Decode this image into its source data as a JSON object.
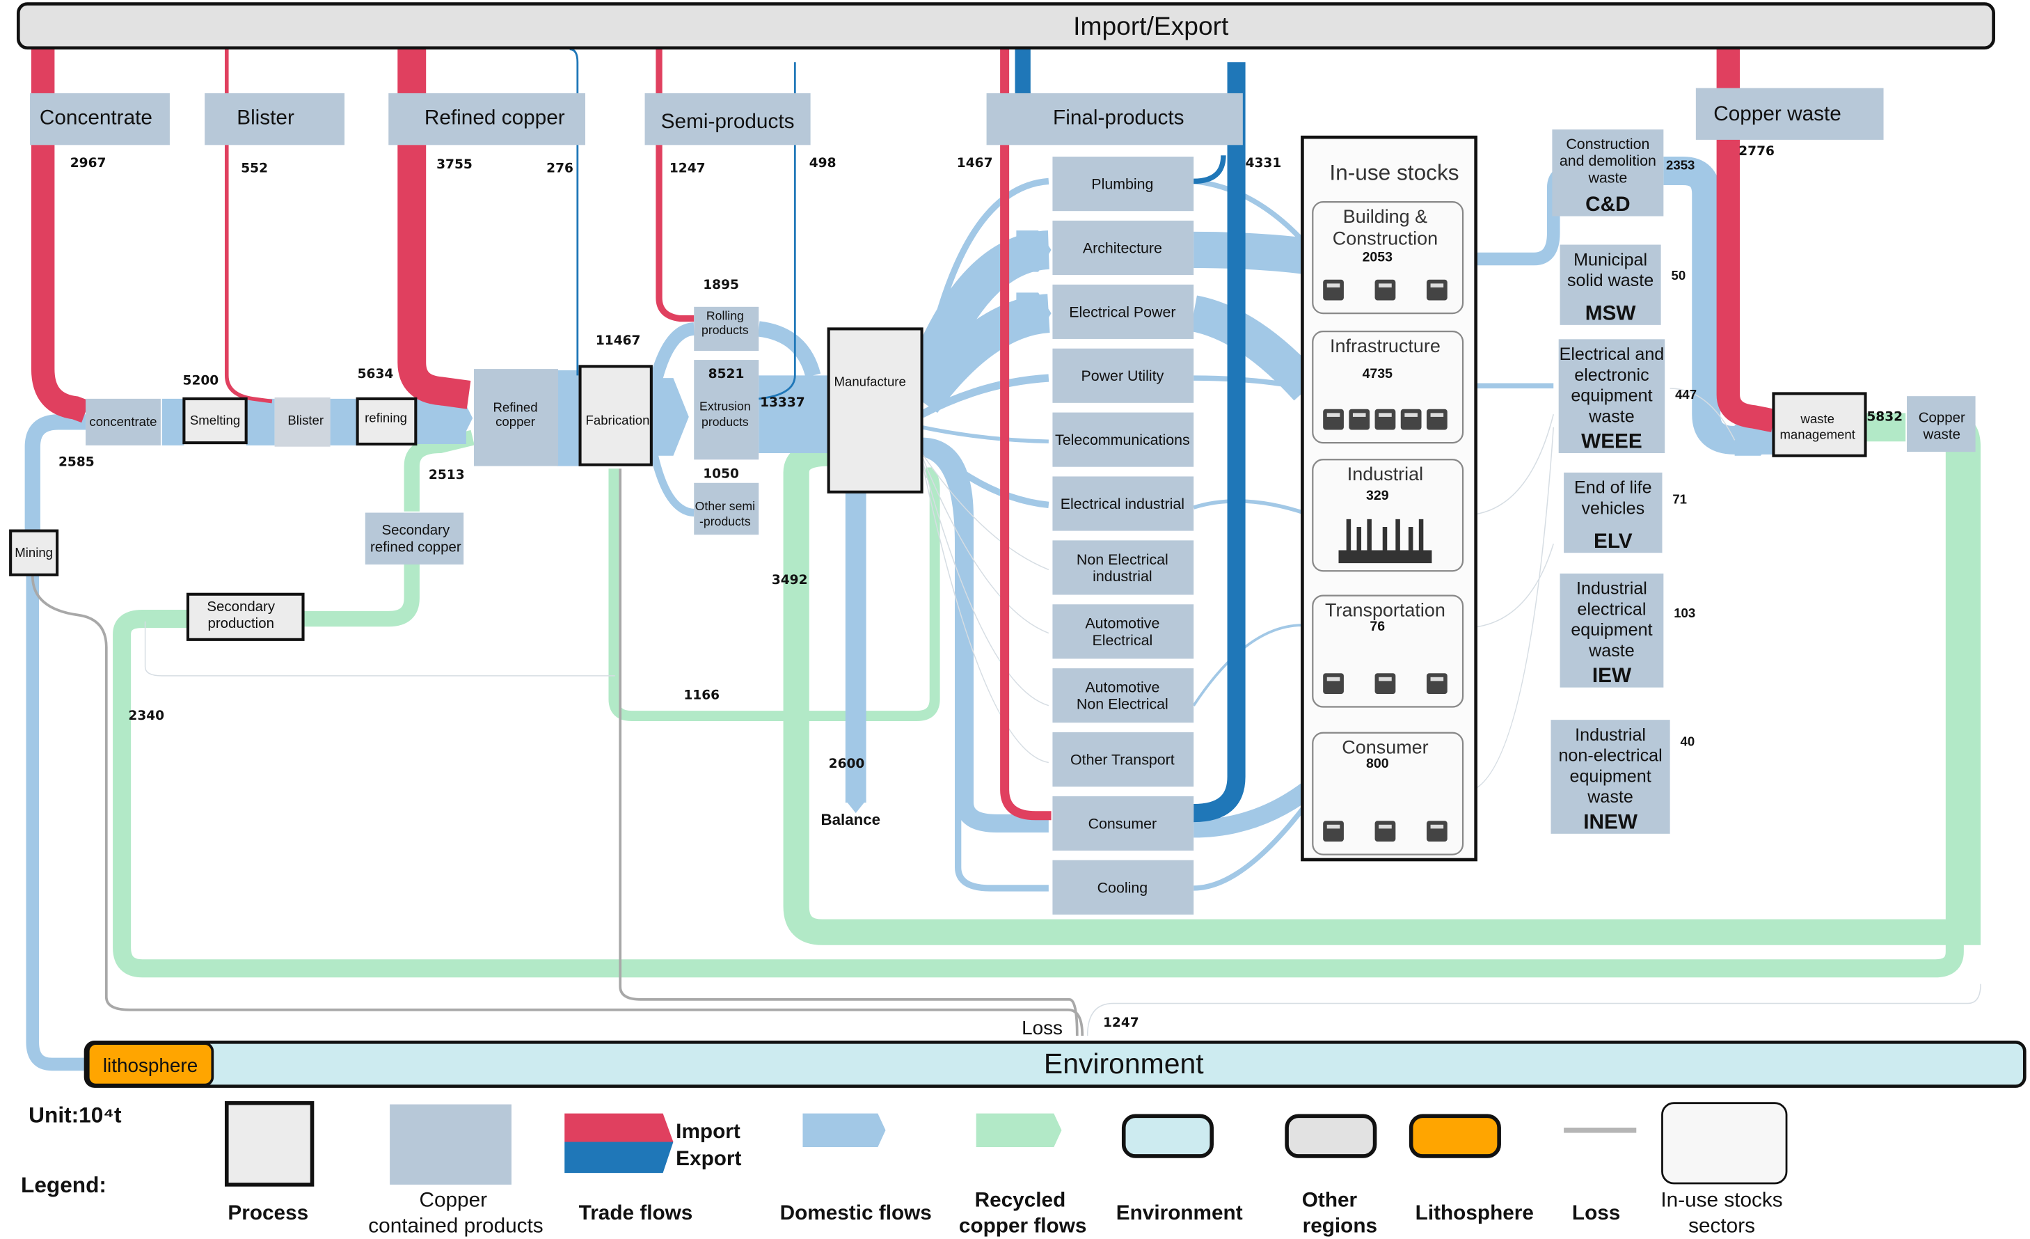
{
  "title": "Import/Export",
  "unit": "Unit:10⁴t",
  "environment_label": "Environment",
  "lithosphere_label": "lithosphere",
  "loss_label": "Loss",
  "balance_label": "Balance",
  "stages": {
    "concentrate": "Concentrate",
    "blister": "Blister",
    "refined_copper": "Refined copper",
    "semi_products": "Semi-products",
    "final_products": "Final-products",
    "copper_waste": "Copper waste"
  },
  "processes": {
    "mining": "Mining",
    "smelting": "Smelting",
    "refining": "refining",
    "fabrication": "Fabrication",
    "manufacture": "Manufacture",
    "secondary_production": [
      "Secondary",
      "production"
    ],
    "waste_management": [
      "waste",
      "management"
    ]
  },
  "products": {
    "concentrate": "concentrate",
    "blister": "Blister",
    "refined_copper": [
      "Refined",
      "copper"
    ],
    "secondary_refined_copper": [
      "Secondary",
      "refined copper"
    ],
    "copper_waste": [
      "Copper",
      "waste"
    ],
    "rolling": [
      "Rolling",
      "products"
    ],
    "extrusion": [
      "Extrusion",
      "products"
    ],
    "other_semi": [
      "Other semi",
      "-products"
    ]
  },
  "final_products": [
    [
      "Plumbing"
    ],
    [
      "Architecture"
    ],
    [
      "Electrical Power"
    ],
    [
      "Power Utility"
    ],
    [
      "Telecommunications"
    ],
    [
      "Electrical industrial"
    ],
    [
      "Non Electrical",
      "industrial"
    ],
    [
      "Automotive",
      "Electrical"
    ],
    [
      "Automotive",
      "Non Electrical"
    ],
    [
      "Other Transport"
    ],
    [
      "Consumer"
    ],
    [
      "Cooling"
    ]
  ],
  "in_use_stocks": {
    "title": "In-use stocks",
    "sectors": [
      {
        "name": [
          "Building &",
          "Construction"
        ],
        "value": "2053",
        "icons": [
          "city-icon",
          "office-building-icon",
          "house-icon"
        ]
      },
      {
        "name": [
          "Infrastructure"
        ],
        "value": "4735",
        "icons": [
          "antenna-tower-icon",
          "power-pylon-icon",
          "street-lamp-icon",
          "traffic-light-icon",
          "satellite-dish-icon"
        ]
      },
      {
        "name": [
          "Industrial"
        ],
        "value": "329",
        "icons": [
          "factory-skyline-icon"
        ]
      },
      {
        "name": [
          "Transportation"
        ],
        "value": "76",
        "icons": [
          "truck-icon",
          "train-icon",
          "car-icon"
        ]
      },
      {
        "name": [
          "Consumer"
        ],
        "value": "800",
        "icons": [
          "computer-icon",
          "washing-machine-icon",
          "appliance-icon"
        ]
      }
    ]
  },
  "waste_types": [
    {
      "desc": [
        "Construction",
        "and demolition",
        "waste"
      ],
      "abbr": "C&D",
      "value": "2353"
    },
    {
      "desc": [
        "Municipal",
        "solid waste"
      ],
      "abbr": "MSW",
      "value": "50"
    },
    {
      "desc": [
        "Electrical and",
        "electronic",
        "equipment",
        "waste"
      ],
      "abbr": "WEEE",
      "value": "447"
    },
    {
      "desc": [
        "End of life",
        "vehicles"
      ],
      "abbr": "ELV",
      "value": "71"
    },
    {
      "desc": [
        "Industrial",
        "electrical",
        "equipment",
        "waste"
      ],
      "abbr": "IEW",
      "value": "103"
    },
    {
      "desc": [
        "Industrial",
        "non-electrical",
        "equipment",
        "waste"
      ],
      "abbr": "INEW",
      "value": "40"
    }
  ],
  "flow_values": {
    "concentrate_import": "2967",
    "blister_import": "552",
    "refined_import": "3755",
    "refined_export": "276",
    "semi_import": "1247",
    "semi_export": "498",
    "final_import": "1467",
    "final_export": "4331",
    "copper_waste_import": "2776",
    "smelting_out": "5200",
    "refining_out": "5634",
    "mining_out": "2585",
    "secondary_refined": "2513",
    "fabrication_in": "11467",
    "rolling": "1895",
    "extrusion": "8521",
    "other_semi": "1050",
    "manufacture_in": "13337",
    "recycled_to_manufacture": "3492",
    "recycled_to_fabrication": "1166",
    "recycled_to_secondary": "2340",
    "balance": "2600",
    "loss": "1247",
    "waste_management_out": "5832"
  },
  "legend": {
    "title": "Legend:",
    "items": [
      {
        "label": [
          "Process"
        ]
      },
      {
        "label": [
          "Copper",
          "contained products"
        ]
      },
      {
        "label": [
          "Trade flows"
        ],
        "sub": [
          "Import",
          "Export"
        ]
      },
      {
        "label": [
          "Domestic flows"
        ]
      },
      {
        "label": [
          "Recycled",
          "copper flows"
        ]
      },
      {
        "label": [
          "Environment"
        ]
      },
      {
        "label": [
          "Other",
          "regions"
        ]
      },
      {
        "label": [
          "Lithosphere"
        ]
      },
      {
        "label": [
          "Loss"
        ]
      },
      {
        "label": [
          "In-use stocks",
          "sectors"
        ]
      }
    ]
  },
  "colors": {
    "import": "#e0405f",
    "export": "#1f77b8",
    "domestic": "#a2c8e6",
    "recycled": "#b2e9c7",
    "product": "#b7c8d8",
    "process": "#ececec",
    "environment": "#cdebf0",
    "other_regions": "#e2e2e2",
    "lithosphere": "#ffa500",
    "loss": "#a8a8a8"
  }
}
